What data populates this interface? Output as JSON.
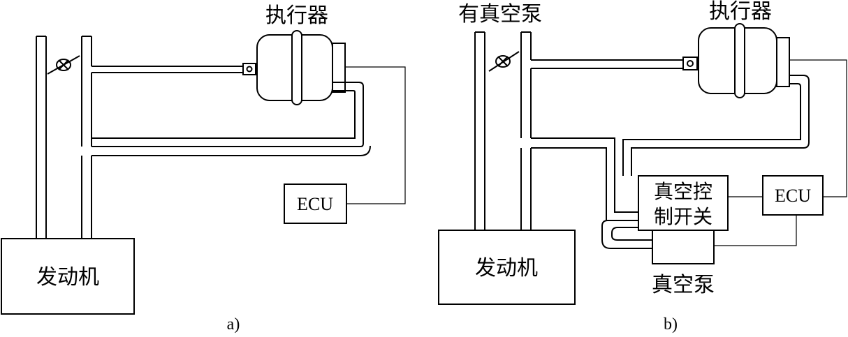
{
  "diagram_a": {
    "actuator_label": "执行器",
    "ecu_label": "ECU",
    "engine_label": "发动机",
    "caption": "a)"
  },
  "diagram_b": {
    "source_label": "有真空泵",
    "actuator_label": "执行器",
    "switch_label_line1": "真空控",
    "switch_label_line2": "制开关",
    "ecu_label": "ECU",
    "engine_label": "发动机",
    "pump_label": "真空泵",
    "caption": "b)"
  }
}
